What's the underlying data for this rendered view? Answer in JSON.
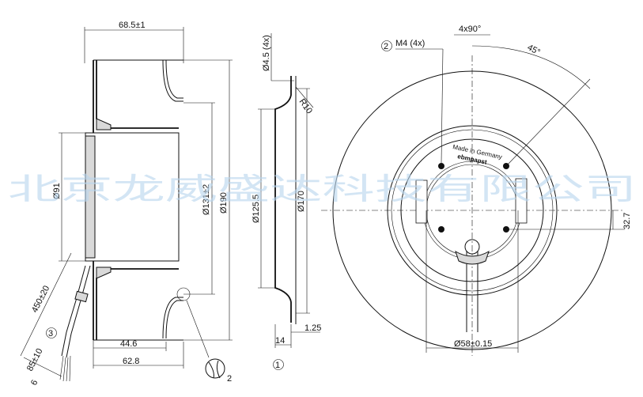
{
  "dimensions": {
    "overall_depth": "68.5±1",
    "depth_a": "44.6",
    "depth_b": "62.8",
    "d91": "Ø91",
    "d131": "Ø131±2",
    "d190": "Ø190",
    "hole": "Ø4.5 (4x)",
    "r10": "R10",
    "d125": "Ø125.5",
    "d170": "Ø170",
    "t125": "1.25",
    "w14": "14",
    "m4": "M4 (4x)",
    "angle90": "4x90°",
    "angle45": "45°",
    "d58": "Ø58±0.15",
    "h327": "32.7",
    "cable450": "450±20",
    "cable85": "85±10",
    "cable6": "6",
    "detail2": "2"
  },
  "callouts": {
    "c1": "1",
    "c2": "2",
    "c3": "3"
  },
  "labels": {
    "made": "Made in Germany",
    "brand": "ebmpapst"
  },
  "watermark": "北京龙威盛达科技有限公司"
}
